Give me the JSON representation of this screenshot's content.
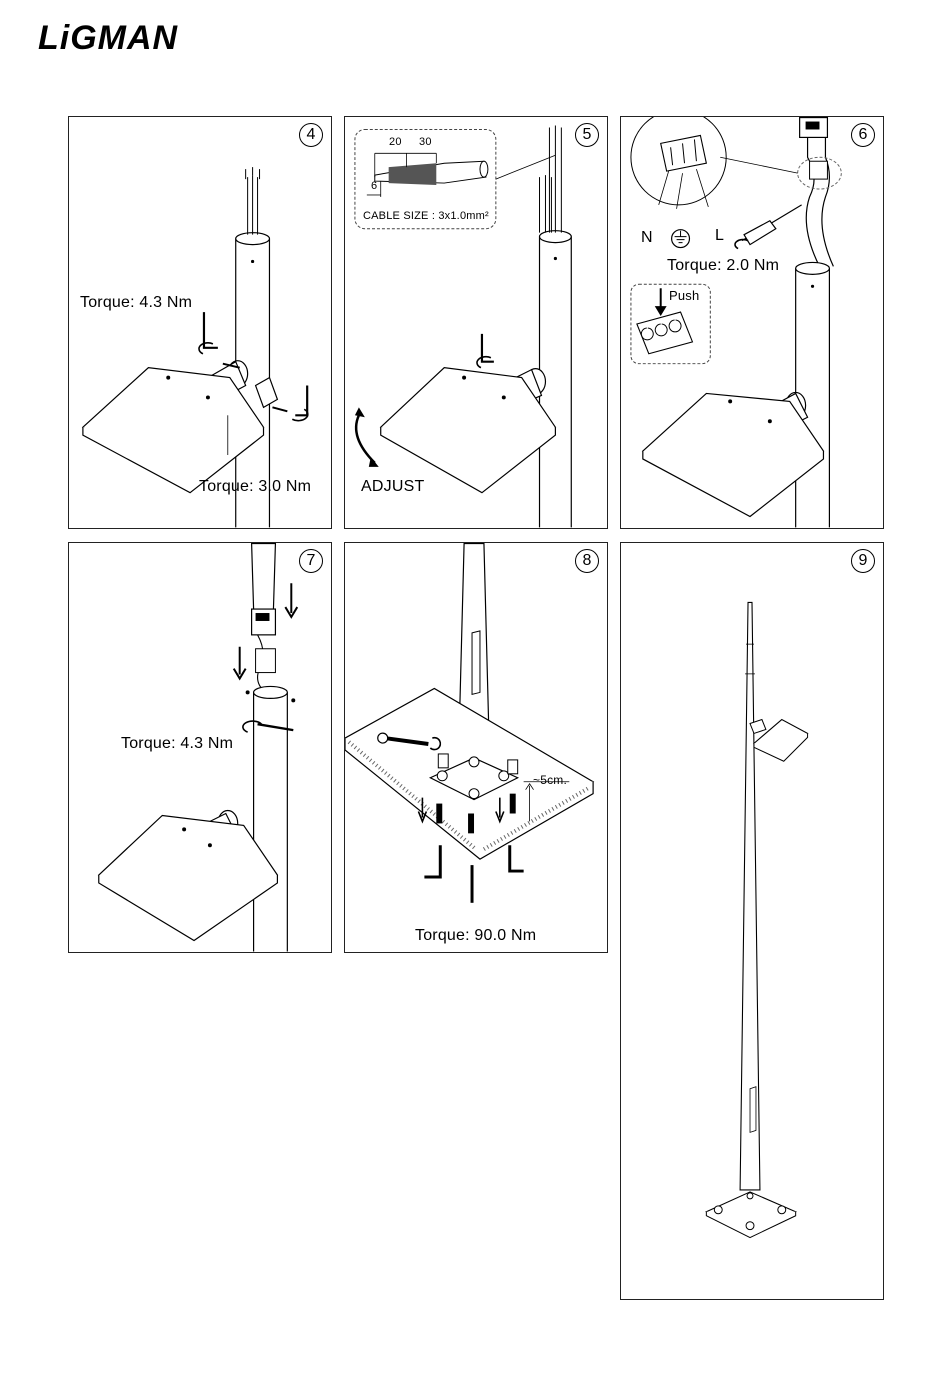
{
  "brand": {
    "name": "LiGMAN"
  },
  "steps": {
    "s4": {
      "number": "4",
      "torque_top": "Torque: 4.3 Nm",
      "torque_bottom": "Torque: 3.0 Nm"
    },
    "s5": {
      "number": "5",
      "dim_a": "20",
      "dim_b": "30",
      "dim_c": "6",
      "cable_size": "CABLE SIZE : 3x1.0mm²",
      "adjust": "ADJUST"
    },
    "s6": {
      "number": "6",
      "n_label": "N",
      "l_label": "L",
      "torque": "Torque: 2.0 Nm",
      "push": "Push"
    },
    "s7": {
      "number": "7",
      "torque": "Torque: 4.3 Nm"
    },
    "s8": {
      "number": "8",
      "gap": "~5cm.",
      "torque": "Torque: 90.0 Nm"
    },
    "s9": {
      "number": "9"
    }
  }
}
